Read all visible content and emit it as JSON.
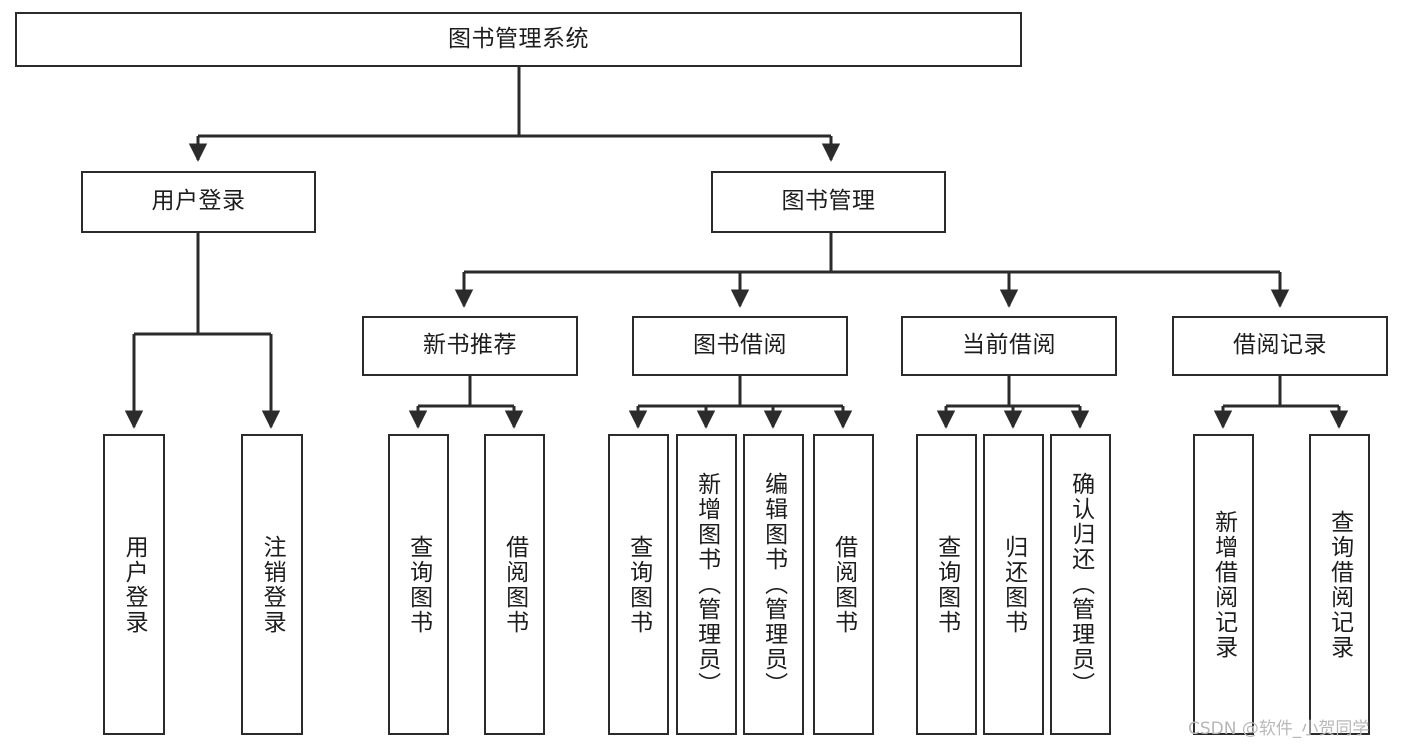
{
  "diagram": {
    "title": "图书管理系统",
    "type": "tree-hierarchy",
    "root": {
      "id": "root",
      "label": "图书管理系统"
    },
    "level2": [
      {
        "id": "user-login",
        "label": "用户登录"
      },
      {
        "id": "book-management",
        "label": "图书管理"
      }
    ],
    "level3": [
      {
        "id": "new-book-recommend",
        "label": "新书推荐",
        "parent": "book-management"
      },
      {
        "id": "book-borrow",
        "label": "图书借阅",
        "parent": "book-management"
      },
      {
        "id": "current-borrow",
        "label": "当前借阅",
        "parent": "book-management"
      },
      {
        "id": "borrow-record",
        "label": "借阅记录",
        "parent": "book-management"
      }
    ],
    "leaves": [
      {
        "id": "leaf-user-login",
        "label": "用户登录",
        "parent": "user-login"
      },
      {
        "id": "leaf-user-logout",
        "label": "注销登录",
        "parent": "user-login"
      },
      {
        "id": "leaf-query-book-1",
        "label": "查询图书",
        "parent": "new-book-recommend"
      },
      {
        "id": "leaf-borrow-book-1",
        "label": "借阅图书",
        "parent": "new-book-recommend"
      },
      {
        "id": "leaf-query-book-2",
        "label": "查询图书",
        "parent": "book-borrow"
      },
      {
        "id": "leaf-add-book",
        "label": "新增图书（管理员）",
        "parent": "book-borrow"
      },
      {
        "id": "leaf-edit-book",
        "label": "编辑图书（管理员）",
        "parent": "book-borrow"
      },
      {
        "id": "leaf-borrow-book-2",
        "label": "借阅图书",
        "parent": "book-borrow"
      },
      {
        "id": "leaf-query-book-3",
        "label": "查询图书",
        "parent": "current-borrow"
      },
      {
        "id": "leaf-return-book",
        "label": "归还图书",
        "parent": "current-borrow"
      },
      {
        "id": "leaf-confirm-return",
        "label": "确认归还（管理员）",
        "parent": "current-borrow"
      },
      {
        "id": "leaf-add-record",
        "label": "新增借阅记录",
        "parent": "borrow-record"
      },
      {
        "id": "leaf-query-record",
        "label": "查询借阅记录",
        "parent": "borrow-record"
      }
    ],
    "watermark": "CSDN @软件_小贺同学",
    "colors": {
      "stroke": "#2b2b2b",
      "fill": "#ffffff",
      "text": "#1d1d1d",
      "watermark": "#b8b8b8"
    }
  }
}
